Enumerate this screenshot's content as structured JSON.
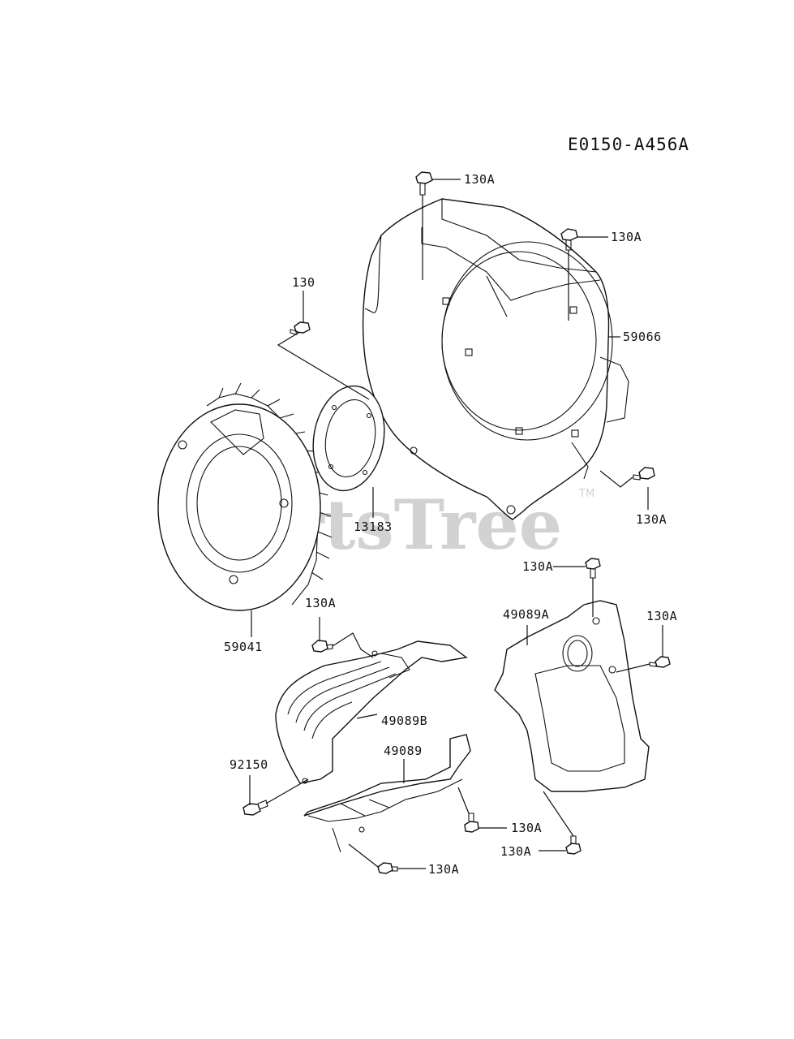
{
  "diagram_code": "E0150-A456A",
  "watermark": "PartsTree",
  "trademark": "TM",
  "labels": {
    "bolt_top": "130A",
    "bolt_upper_right": "130A",
    "bolt_left": "130",
    "housing": "59066",
    "gasket": "13183",
    "bolt_housing_lower": "130A",
    "flywheel_fan": "59041",
    "bolt_guide_b": "130A",
    "bolt_cover_top": "130A",
    "cover_a": "49089A",
    "bolt_cover_right": "130A",
    "guide_b": "49089B",
    "screw": "92150",
    "guide": "49089",
    "bolt_guide_right": "130A",
    "bolt_cover_bottom": "130A",
    "bolt_guide_bottom": "130A"
  }
}
